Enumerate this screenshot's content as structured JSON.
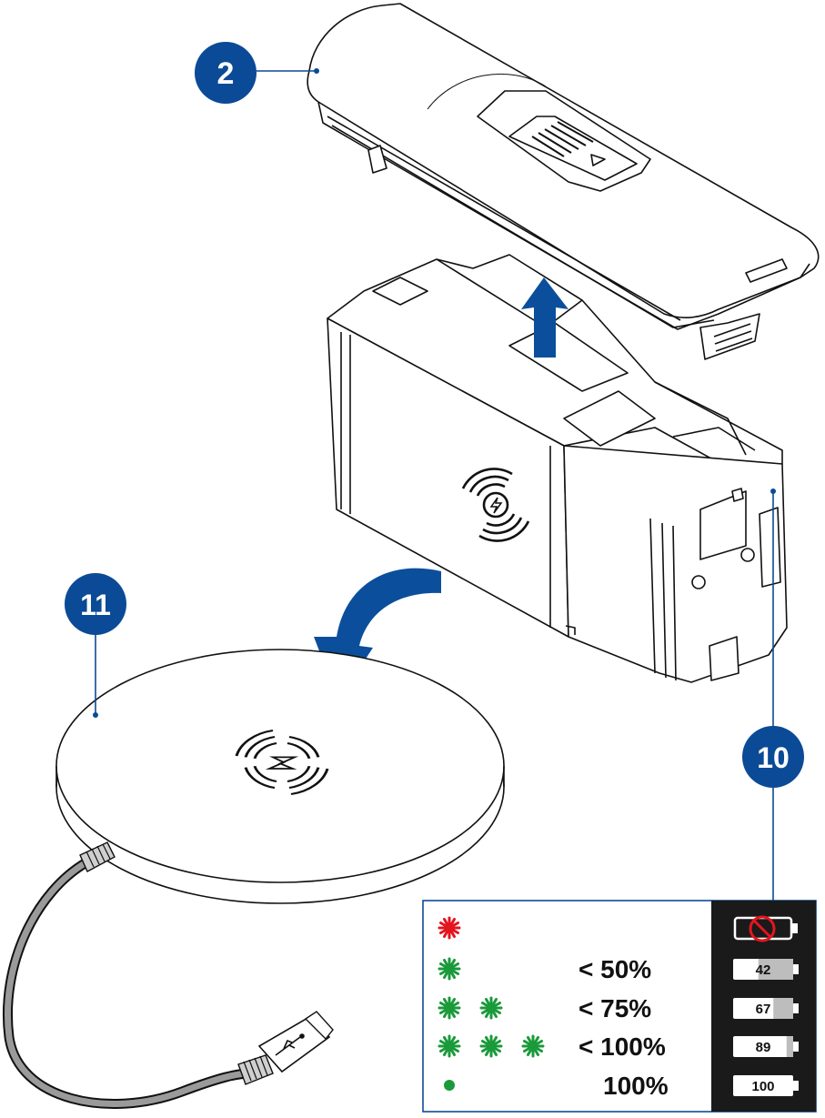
{
  "callouts": {
    "cover": "2",
    "charging_pad": "11",
    "status_led": "10"
  },
  "status_table": {
    "rows": [
      {
        "led": "red-blink",
        "led_count": 1,
        "level": "",
        "battery": ""
      },
      {
        "led": "green-blink",
        "led_count": 1,
        "level": "< 50%",
        "battery": "42"
      },
      {
        "led": "green-blink",
        "led_count": 2,
        "level": "< 75%",
        "battery": "67"
      },
      {
        "led": "green-blink",
        "led_count": 3,
        "level": "< 100%",
        "battery": "89"
      },
      {
        "led": "green-solid",
        "led_count": 1,
        "level": "100%",
        "battery": "100"
      }
    ]
  },
  "colors": {
    "callout_blue": "#0b4a96",
    "arrow_blue": "#0b4f9c",
    "led_red": "#e3151f",
    "led_green": "#1a9a3a",
    "panel_dark": "#1a1a1a"
  },
  "icons": [
    "wireless-charging-icon",
    "usb-icon",
    "battery-empty-icon",
    "battery-icon"
  ]
}
